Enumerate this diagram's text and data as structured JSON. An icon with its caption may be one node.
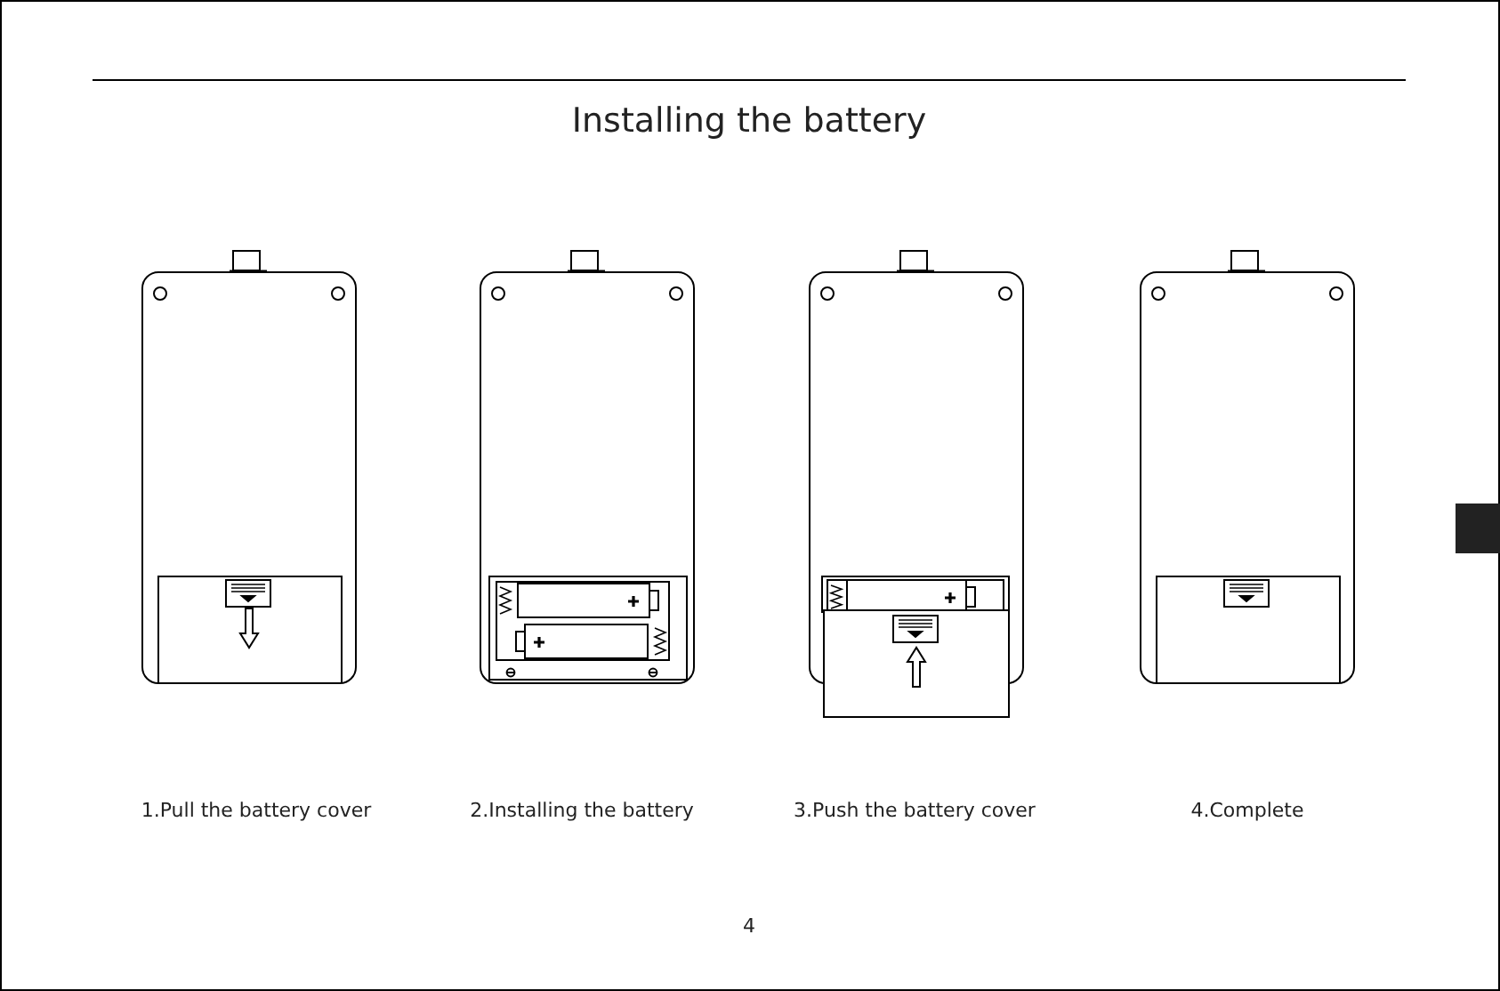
{
  "diagram": {
    "title": "Installing the battery",
    "labels": [
      "1.Pull the battery cover",
      "2.Installing the battery",
      "3.Push the battery cover",
      "4.Complete",
      "4"
    ]
  }
}
